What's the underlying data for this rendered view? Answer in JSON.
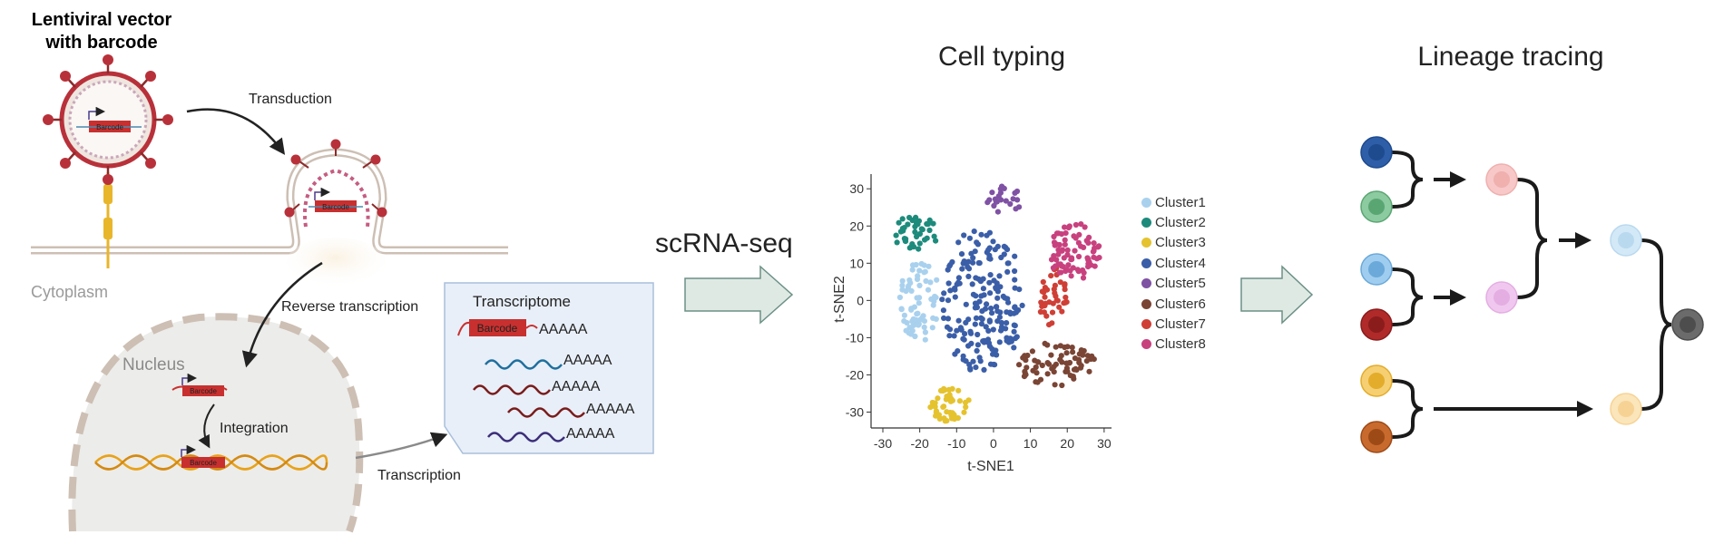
{
  "vector_title": [
    "Lentiviral vector",
    "with barcode"
  ],
  "transduction_label": "Transduction",
  "cytoplasm_label": "Cytoplasm",
  "reverse_transcription_label": "Reverse transcription",
  "nucleus_label": "Nucleus",
  "integration_label": "Integration",
  "transcription_label": "Transcription",
  "barcode_label": "Barcode",
  "transcriptome": {
    "title": "Transcriptome",
    "polyA": "AAAAA",
    "transcript_colors": [
      "#1f6f9e",
      "#7a1c1c",
      "#7a1c1c",
      "#3c2e7a"
    ]
  },
  "scrna_label": "scRNA-seq",
  "cell_typing_title": "Cell typing",
  "lineage_title": "Lineage tracing",
  "colors": {
    "virus": "#b8313a",
    "membrane": "#cdbfb4",
    "nucleus_fill": "#ececea",
    "arrow_fill": "#dfe9e4",
    "arrow_stroke": "#6b9086",
    "dna": "#e8a21a"
  },
  "chart_data": {
    "type": "scatter",
    "xlabel": "t-SNE1",
    "ylabel": "t-SNE2",
    "xlim": [
      -30,
      32
    ],
    "ylim": [
      -35,
      32
    ],
    "xticks": [
      -30,
      -20,
      -10,
      0,
      10,
      20,
      30
    ],
    "yticks": [
      -30,
      -20,
      -10,
      0,
      10,
      20,
      30
    ],
    "legend_position": "right",
    "series": [
      {
        "name": "Cluster1",
        "color": "#a9d1ee",
        "center": [
          -20,
          0
        ],
        "spread": [
          5.5,
          11
        ],
        "n": 70
      },
      {
        "name": "Cluster2",
        "color": "#1d8b7c",
        "center": [
          -21,
          18
        ],
        "spread": [
          6,
          5
        ],
        "n": 40
      },
      {
        "name": "Cluster3",
        "color": "#e5c32f",
        "center": [
          -12,
          -28
        ],
        "spread": [
          5.5,
          4.5
        ],
        "n": 45
      },
      {
        "name": "Cluster4",
        "color": "#3b5ea8",
        "center": [
          -3,
          0
        ],
        "spread": [
          11,
          20
        ],
        "n": 190
      },
      {
        "name": "Cluster5",
        "color": "#7f52a4",
        "center": [
          3,
          27
        ],
        "spread": [
          5,
          4
        ],
        "n": 22
      },
      {
        "name": "Cluster6",
        "color": "#7a4535",
        "center": [
          17,
          -17
        ],
        "spread": [
          11,
          6
        ],
        "n": 70
      },
      {
        "name": "Cluster7",
        "color": "#cf3f36",
        "center": [
          16,
          1
        ],
        "spread": [
          4,
          8
        ],
        "n": 40
      },
      {
        "name": "Cluster8",
        "color": "#c8417f",
        "center": [
          22,
          13
        ],
        "spread": [
          7,
          8
        ],
        "n": 80
      }
    ]
  },
  "lineage": {
    "input_cells": [
      {
        "fill": "#2f5ea8",
        "core": "#1e4a8e"
      },
      {
        "fill": "#8ccaa0",
        "core": "#5aa673"
      },
      {
        "fill": "#9fcdf0",
        "core": "#6aa9d9"
      },
      {
        "fill": "#b02a2a",
        "core": "#8a1c1c"
      },
      {
        "fill": "#f5cf72",
        "core": "#e3ac2a"
      },
      {
        "fill": "#c86a2e",
        "core": "#9d4a17"
      }
    ],
    "level2_cells": [
      {
        "fill": "#f7c8c7",
        "core": "#efb0ae"
      },
      {
        "fill": "#f0c8ef",
        "core": "#e4aee2"
      }
    ],
    "level3_cells": [
      {
        "fill": "#d3e9f7",
        "core": "#b9d9ef"
      },
      {
        "fill": "#fbe5bb",
        "core": "#f6d394"
      }
    ],
    "root_cell": {
      "fill": "#6b6b6b",
      "core": "#4d4d4d"
    }
  }
}
